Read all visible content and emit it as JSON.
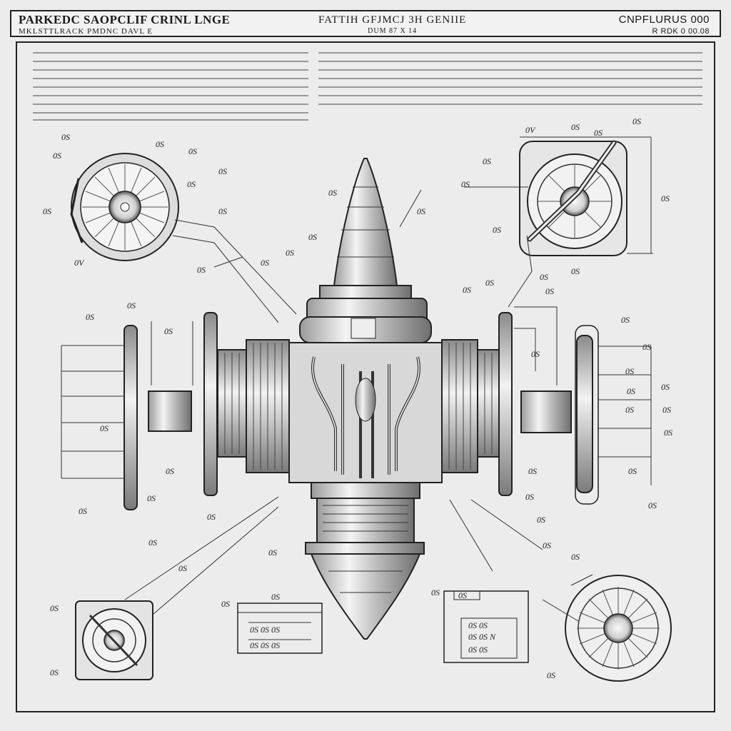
{
  "title_block": {
    "left_title": "PARKEDC SAOPCLIF CRINL LNGE",
    "left_subtitle": "MKLSTTLRACK PMDNC DAVL E",
    "center_title": "FATTIH GFJMCJ 3H GENIIE",
    "center_subtitle": "DUM 87 X 14",
    "right_title": "CNPFLURUS 000",
    "right_subtitle": "R RDK 0 00.08"
  },
  "callouts": [
    "0S",
    "0S",
    "0S",
    "0S",
    "0S",
    "0S",
    "0S",
    "0S",
    "0V",
    "0S",
    "0S",
    "0S",
    "0S",
    "0S",
    "0S",
    "0V",
    "0S",
    "0S",
    "0S",
    "0S",
    "0S",
    "0S",
    "0S",
    "0S",
    "0S",
    "0S",
    "0S",
    "0S",
    "0S",
    "0S",
    "0S",
    "0S",
    "0S",
    "0S",
    "0S",
    "0S",
    "0S",
    "0S",
    "0S",
    "0S",
    "0S",
    "0S",
    "0S",
    "0S",
    "0S",
    "0S",
    "0S",
    "0S",
    "0S",
    "0S",
    "0S",
    "0S",
    "0S",
    "0S",
    "0S",
    "0S",
    "0S",
    "0S",
    "0S",
    "0S"
  ],
  "tables": {
    "left": {
      "header": "0S",
      "rows": [
        "0S 0S 0S",
        "0S 0S 0S"
      ]
    },
    "right": {
      "header": "0S",
      "rows": [
        "0S 0S",
        "0S 0S N",
        "0S 0S"
      ]
    }
  }
}
